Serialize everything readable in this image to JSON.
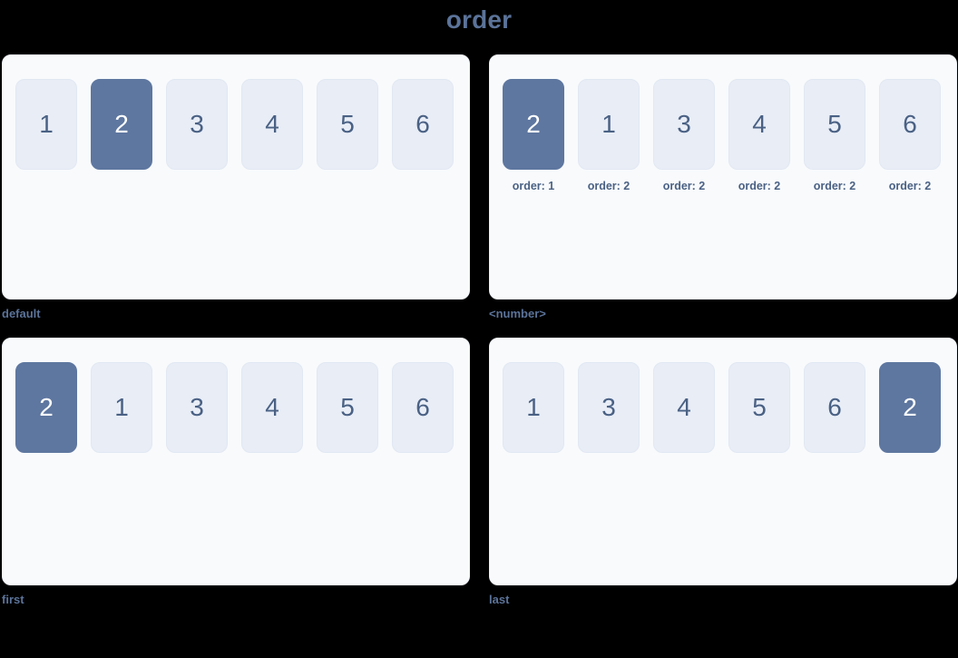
{
  "title": "order",
  "colors": {
    "background": "#000000",
    "panel_bg": "#f8fafc",
    "box_bg": "#e8edf6",
    "box_text": "#4a6184",
    "highlight_bg": "#5e77a0",
    "highlight_text": "#ffffff",
    "title_text": "#5b7399",
    "caption_text": "#5b7399"
  },
  "panels": [
    {
      "caption": "default",
      "has_order_labels": false,
      "items": [
        {
          "value": "1",
          "highlight": false,
          "order_label": ""
        },
        {
          "value": "2",
          "highlight": true,
          "order_label": ""
        },
        {
          "value": "3",
          "highlight": false,
          "order_label": ""
        },
        {
          "value": "4",
          "highlight": false,
          "order_label": ""
        },
        {
          "value": "5",
          "highlight": false,
          "order_label": ""
        },
        {
          "value": "6",
          "highlight": false,
          "order_label": ""
        }
      ]
    },
    {
      "caption": "<number>",
      "has_order_labels": true,
      "items": [
        {
          "value": "2",
          "highlight": true,
          "order_label": "order: 1"
        },
        {
          "value": "1",
          "highlight": false,
          "order_label": "order: 2"
        },
        {
          "value": "3",
          "highlight": false,
          "order_label": "order: 2"
        },
        {
          "value": "4",
          "highlight": false,
          "order_label": "order: 2"
        },
        {
          "value": "5",
          "highlight": false,
          "order_label": "order: 2"
        },
        {
          "value": "6",
          "highlight": false,
          "order_label": "order: 2"
        }
      ]
    },
    {
      "caption": "first",
      "has_order_labels": false,
      "items": [
        {
          "value": "2",
          "highlight": true,
          "order_label": ""
        },
        {
          "value": "1",
          "highlight": false,
          "order_label": ""
        },
        {
          "value": "3",
          "highlight": false,
          "order_label": ""
        },
        {
          "value": "4",
          "highlight": false,
          "order_label": ""
        },
        {
          "value": "5",
          "highlight": false,
          "order_label": ""
        },
        {
          "value": "6",
          "highlight": false,
          "order_label": ""
        }
      ]
    },
    {
      "caption": "last",
      "has_order_labels": false,
      "items": [
        {
          "value": "1",
          "highlight": false,
          "order_label": ""
        },
        {
          "value": "3",
          "highlight": false,
          "order_label": ""
        },
        {
          "value": "4",
          "highlight": false,
          "order_label": ""
        },
        {
          "value": "5",
          "highlight": false,
          "order_label": ""
        },
        {
          "value": "6",
          "highlight": false,
          "order_label": ""
        },
        {
          "value": "2",
          "highlight": true,
          "order_label": ""
        }
      ]
    }
  ]
}
